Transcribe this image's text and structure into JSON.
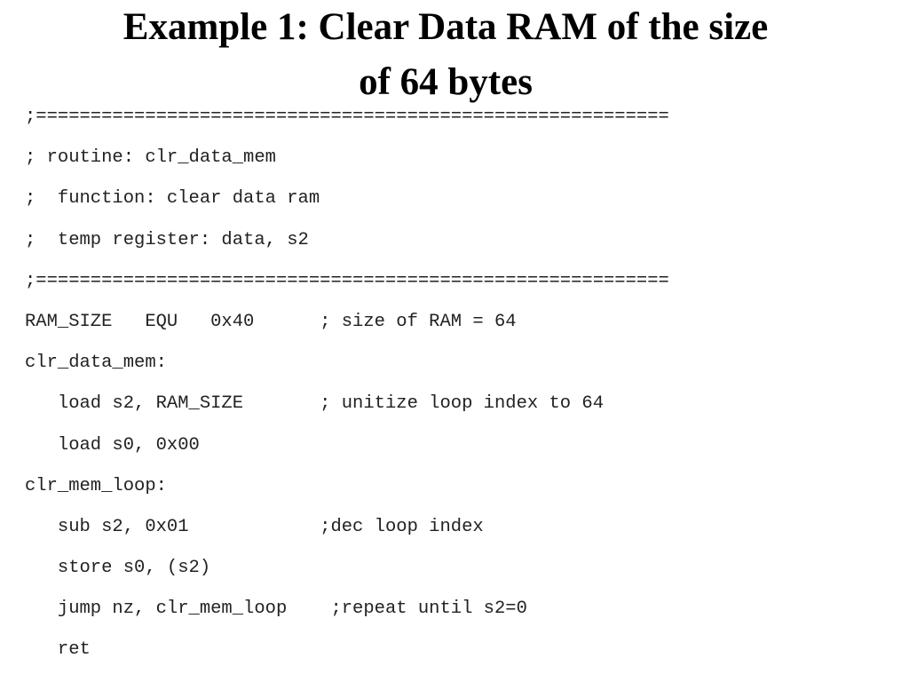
{
  "slide": {
    "title_line1": "Example 1: Clear Data RAM of the size",
    "title_line2": "of 64 bytes"
  },
  "code": {
    "lines": [
      ";==========================================================",
      "; routine: clr_data_mem",
      ";  function: clear data ram",
      ";  temp register: data, s2",
      ";==========================================================",
      "RAM_SIZE   EQU   0x40      ; size of RAM = 64",
      "clr_data_mem:",
      "   load s2, RAM_SIZE       ; unitize loop index to 64",
      "   load s0, 0x00",
      "clr_mem_loop:",
      "   sub s2, 0x01            ;dec loop index",
      "   store s0, (s2)",
      "   jump nz, clr_mem_loop    ;repeat until s2=0",
      "   ret"
    ]
  }
}
